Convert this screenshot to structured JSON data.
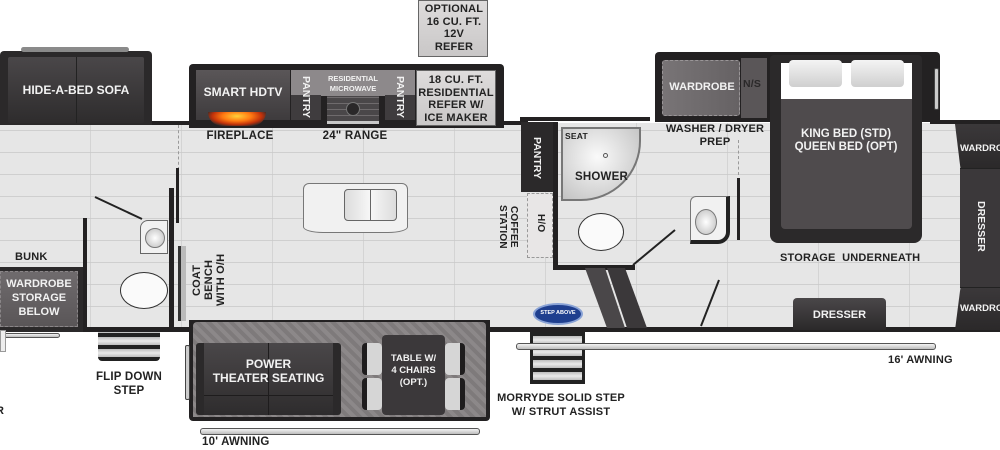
{
  "floorplan": {
    "rooms": {
      "living": {
        "hide_a_bed_sofa": "HIDE-A-BED SOFA",
        "smart_hdtv": "SMART HDTV",
        "fireplace": "FIREPLACE",
        "coat_bench": "COAT BENCH WITH O/H",
        "power_theater_seating_line1": "POWER",
        "power_theater_seating_line2": "THEATER SEATING",
        "table_line1": "TABLE W/",
        "table_line2": "4 CHAIRS",
        "table_line3": "(OPT.)"
      },
      "kitchen": {
        "pantry_left": "PANTRY",
        "pantry_right": "PANTRY",
        "microwave_line1": "RESIDENTIAL",
        "microwave_line2": "MICROWAVE",
        "range": "24\" RANGE",
        "refer_line1": "18 CU. FT.",
        "refer_line2": "RESIDENTIAL",
        "refer_line3": "REFER W/",
        "refer_line4": "ICE MAKER",
        "optional_refer_line1": "OPTIONAL",
        "optional_refer_line2": "16 CU. FT.",
        "optional_refer_line3": "12V",
        "optional_refer_line4": "REFER",
        "pantry_center": "PANTRY",
        "h_o": "H/O",
        "coffee_station_line1": "COFFEE",
        "coffee_station_line2": "STATION"
      },
      "bath": {
        "seat": "SEAT",
        "shower": "SHOWER"
      },
      "bedroom": {
        "wardrobe": "WARDROBE",
        "ns": "N/S",
        "washer_dryer_line1": "WASHER / DRYER",
        "washer_dryer_line2": "PREP",
        "bed_line1": "KING BED (STD)",
        "bed_line2": "QUEEN BED (OPT)",
        "storage_underneath": "STORAGE  UNDERNEATH",
        "dresser_bottom": "DRESSER",
        "dresser_side": "DRESSER",
        "wardrobe_top_right": "WARDRO",
        "wardrobe_bottom_right": "WARDRO"
      },
      "bunk": {
        "bunk": "BUNK",
        "wardrobe_line1": "WARDROBE",
        "wardrobe_line2": "STORAGE",
        "wardrobe_line3": "BELOW"
      }
    },
    "exterior": {
      "flip_down_step_line1": "FLIP DOWN",
      "flip_down_step_line2": "STEP",
      "morryde_line1": "MORRYDE SOLID STEP",
      "morryde_line2": "W/ STRUT ASSIST",
      "awning_10": "10' AWNING",
      "awning_16": "16' AWNING",
      "stepabove_badge": "STEP ABOVE",
      "cut_off_letter": "R"
    },
    "colors": {
      "wall": "#232122",
      "furniture": "#3b383a",
      "floor": "#e4e4e4",
      "appliance": "#d4d2d2",
      "badge_blue": "#1f3f8f"
    }
  }
}
